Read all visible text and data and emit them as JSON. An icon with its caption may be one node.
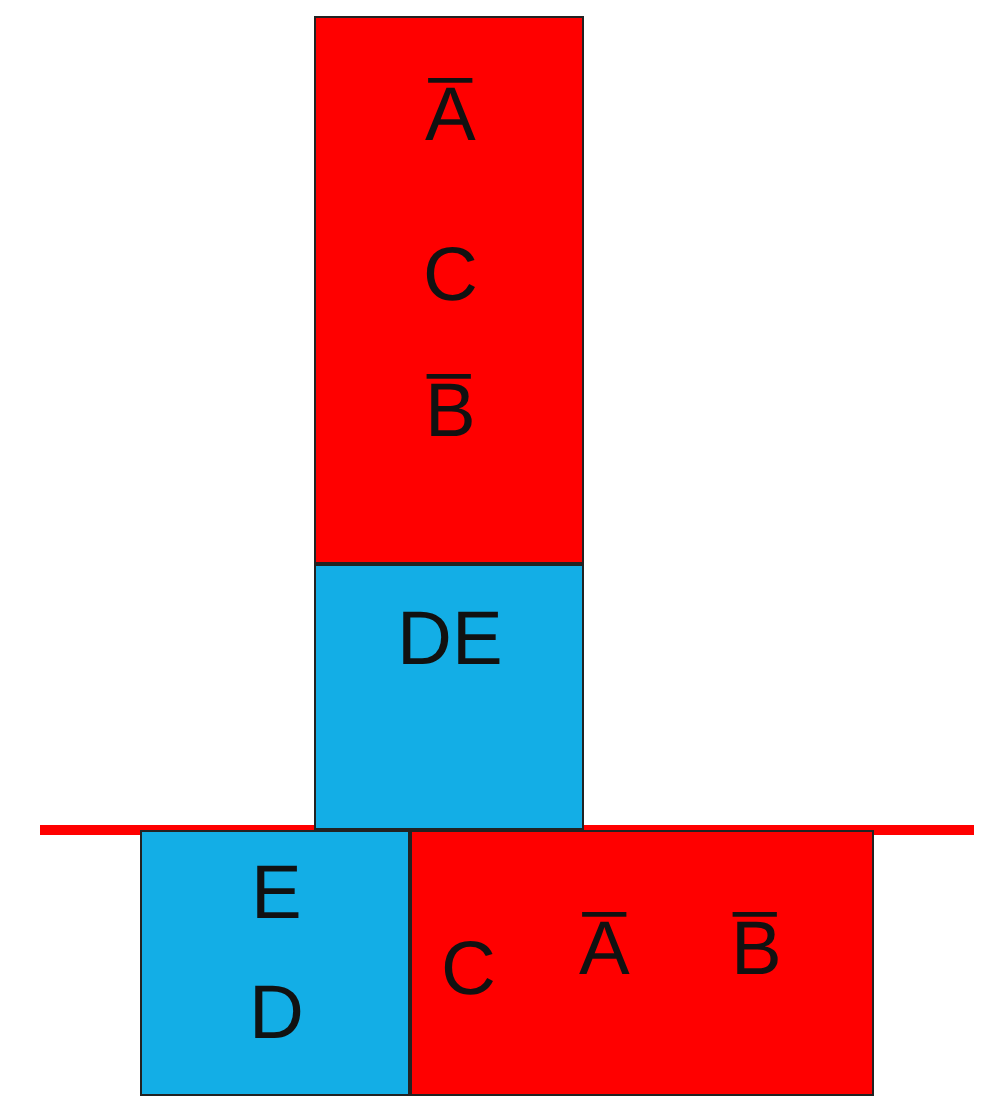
{
  "diagram": {
    "nodes": [
      {
        "text": [
          "A̅",
          "C",
          "B̅"
        ]
      },
      {
        "text": [
          "DE"
        ]
      },
      {
        "text": [
          "E",
          "D"
        ]
      },
      {
        "text": [
          "C",
          "A̅",
          "B̅"
        ]
      }
    ]
  }
}
